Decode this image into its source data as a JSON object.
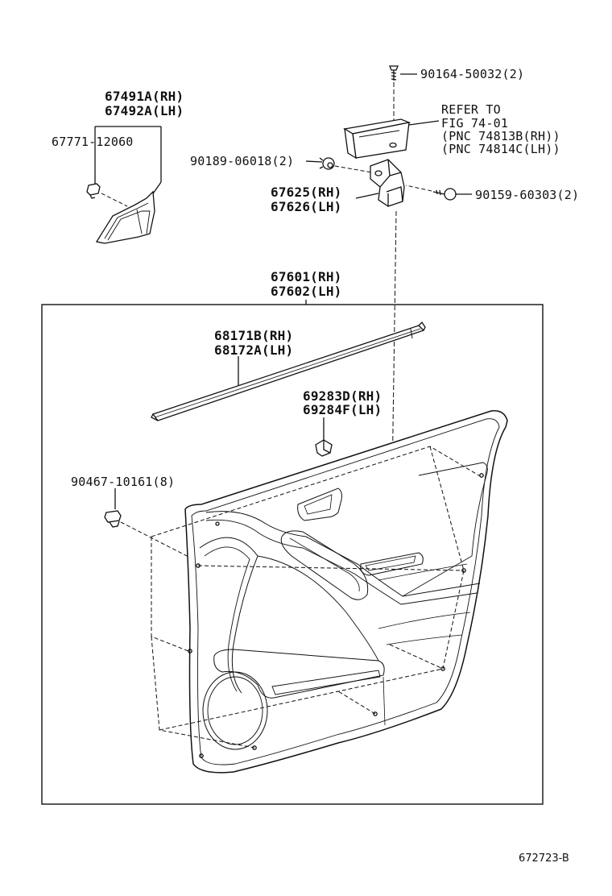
{
  "parts": {
    "screw_top": "90164-50032(2)",
    "refer_to": "REFER TO",
    "fig": "FIG 74-01",
    "pnc_rh": "(PNC 74813B(RH))",
    "pnc_lh": "(PNC 74814C(LH))",
    "clip_nut": "90189-06018(2)",
    "bracket_rh": "67625(RH)",
    "bracket_lh": "67626(LH)",
    "screw_right": "90159-60303(2)",
    "mirror_trim_rh": "67491A(RH)",
    "mirror_trim_lh": "67492A(LH)",
    "mirror_clip": "67771-12060",
    "panel_rh": "67601(RH)",
    "panel_lh": "67602(LH)",
    "weatherstrip_rh": "68171B(RH)",
    "weatherstrip_lh": "68172A(LH)",
    "knob_rh": "69283D(RH)",
    "knob_lh": "69284F(LH)",
    "panel_clip": "90467-10161(8)"
  },
  "footer": {
    "figure_code": "672723-B"
  }
}
